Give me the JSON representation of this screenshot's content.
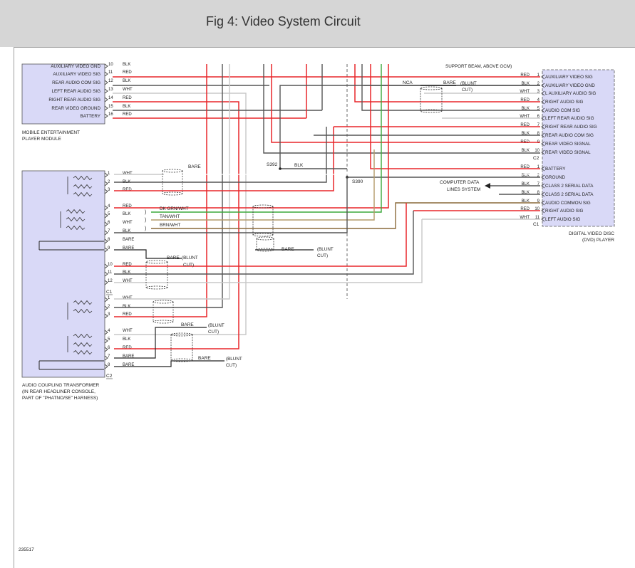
{
  "title": "Fig 4: Video System Circuit",
  "colors": {
    "header_bg": "#d6d6d6",
    "module_fill": "#d9d9f7",
    "module_stroke": "#555555",
    "wire_red": "#e8262a",
    "wire_blk": "#555555",
    "wire_wht": "#c8c8c8",
    "wire_green": "#3aa83a",
    "wire_tan": "#b39a6a",
    "wire_brn": "#8a6a3a",
    "shield": "#333333"
  },
  "diagram_id": "235517",
  "mobile_module": {
    "name_lines": [
      "MOBILE ENTERTAINMENT",
      "PLAYER MODULE"
    ],
    "pins": [
      {
        "label": "AUXILIARY VIDEO GND",
        "num": "10",
        "color": "BLK"
      },
      {
        "label": "AUXILIARY VIDEO SIG",
        "num": "11",
        "color": "RED"
      },
      {
        "label": "REAR AUDIO COM SIG",
        "num": "12",
        "color": "BLK"
      },
      {
        "label": "LEFT REAR AUDIO SIG",
        "num": "13",
        "color": "WHT"
      },
      {
        "label": "RIGHT REAR AUDIO SIG",
        "num": "14",
        "color": "RED"
      },
      {
        "label": "REAR VIDEO GROUND",
        "num": "15",
        "color": "BLK"
      },
      {
        "label": "BATTERY",
        "num": "16",
        "color": "RED"
      }
    ]
  },
  "transformer": {
    "name_lines": [
      "AUDIO COUPLING TRANSFORMER",
      "(IN REAR HEADLINER CONSOLE,",
      "PART OF \"PHATNO/SE\" HARNESS)"
    ],
    "c1_label": "C1",
    "c2_label": "C2",
    "c1_pins": [
      {
        "num": "1",
        "color": "WHT"
      },
      {
        "num": "2",
        "color": "BLK"
      },
      {
        "num": "3",
        "color": "RED"
      },
      {
        "num": "4",
        "color": "RED"
      },
      {
        "num": "5",
        "color": "BLK"
      },
      {
        "num": "6",
        "color": "WHT"
      },
      {
        "num": "7",
        "color": "BLK"
      },
      {
        "num": "8",
        "color": "BARE"
      },
      {
        "num": "9",
        "color": "BARE"
      },
      {
        "num": "10",
        "color": "RED"
      },
      {
        "num": "11",
        "color": "BLK"
      },
      {
        "num": "12",
        "color": "WHT"
      }
    ],
    "c2_pins": [
      {
        "num": "1",
        "color": "WHT"
      },
      {
        "num": "2",
        "color": "BLK"
      },
      {
        "num": "3",
        "color": "RED"
      },
      {
        "num": "4",
        "color": "WHT"
      },
      {
        "num": "5",
        "color": "BLK"
      },
      {
        "num": "6",
        "color": "RED"
      },
      {
        "num": "7",
        "color": "BARE"
      },
      {
        "num": "8",
        "color": "BARE"
      }
    ]
  },
  "dvd_player": {
    "name_lines": [
      "DIGITAL VIDEO DISC",
      "(DVD) PLAYER"
    ],
    "c2_label": "C2",
    "c1_label": "C1",
    "c2_pins": [
      {
        "label": "AUXILIARY VIDEO SIG",
        "num": "1",
        "color": "RED"
      },
      {
        "label": "AUXILIARY VIDEO GND",
        "num": "2",
        "color": "BLK"
      },
      {
        "label": "L AUXILIARY AUDIO SIG",
        "num": "3",
        "color": "WHT"
      },
      {
        "label": "RIGHT AUDIO SIG",
        "num": "4",
        "color": "RED"
      },
      {
        "label": "AUDIO COM SIG",
        "num": "5",
        "color": "BLK"
      },
      {
        "label": "LEFT REAR AUDIO SIG",
        "num": "6",
        "color": "WHT"
      },
      {
        "label": "RIGHT REAR AUDIO SIG",
        "num": "7",
        "color": "RED"
      },
      {
        "label": "REAR AUDIO COM SIG",
        "num": "8",
        "color": "BLK"
      },
      {
        "label": "REAR VIDEO SIGNAL",
        "num": "9",
        "color": "RED"
      },
      {
        "label": "REAR VIDEO SIGNAL",
        "num": "10",
        "color": "BLK"
      }
    ],
    "c1_pins": [
      {
        "label": "BATTERY",
        "num": "1",
        "color": "RED"
      },
      {
        "label": "GROUND",
        "num": "2",
        "color": "BLK"
      },
      {
        "label": "CLASS 2 SERIAL DATA",
        "num": "7",
        "color": "BLK"
      },
      {
        "label": "CLASS 2 SERIAL DATA",
        "num": "8",
        "color": "BLK"
      },
      {
        "label": "AUDIO COMMON SIG",
        "num": "9",
        "color": "BLK"
      },
      {
        "label": "RIGHT AUDIO SIG",
        "num": "10",
        "color": "RED"
      },
      {
        "label": "LEFT AUDIO SIG",
        "num": "11",
        "color": "WHT"
      }
    ]
  },
  "wire_tags": {
    "dk_grn_wht": "DK GRN/WHT",
    "tan_wht": "TAN/WHT",
    "brn_wht": "BRN/WHT"
  },
  "labels": {
    "top_partial": "SUPPORT BEAM, ABOVE GCM)",
    "nca": "NCA",
    "bare": "BARE",
    "blunt": "(BLUNT",
    "cut": "CUT)",
    "s392": "S392",
    "s390": "S390",
    "blk": "BLK",
    "computer_data_1": "COMPUTER DATA",
    "computer_data_2": "LINES SYSTEM"
  }
}
